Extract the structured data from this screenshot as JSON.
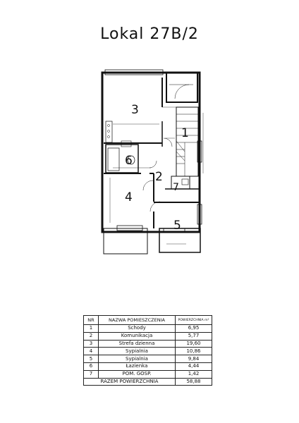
{
  "title": "Lokal 27B/2",
  "rooms": [
    {
      "nr": "1",
      "name": "Schody",
      "area": "6,95"
    },
    {
      "nr": "2",
      "name": "Komunikacja",
      "area": "5,77"
    },
    {
      "nr": "3",
      "name": "Strefa dzienna",
      "area": "19,60"
    },
    {
      "nr": "4",
      "name": "Sypialnia",
      "area": "10,86"
    },
    {
      "nr": "5",
      "name": "Sypialnia",
      "area": "9,84"
    },
    {
      "nr": "6",
      "name": "Łazienka",
      "area": "4,44"
    },
    {
      "nr": "7",
      "name": "POM. GOSP.",
      "area": "1,42"
    }
  ],
  "table": {
    "col_nr": "NR",
    "col_name": "NAZWA POMIESZCZENIA",
    "col_area": "POWIERZCHNIA m²",
    "total_label": "RAZEM POWIERZCHNIA",
    "total_value": "58,88"
  },
  "plan_labels": {
    "room1": "1",
    "room2": "2",
    "room3": "3",
    "room4": "4",
    "room5": "5",
    "room6": "6",
    "room7": "7"
  }
}
